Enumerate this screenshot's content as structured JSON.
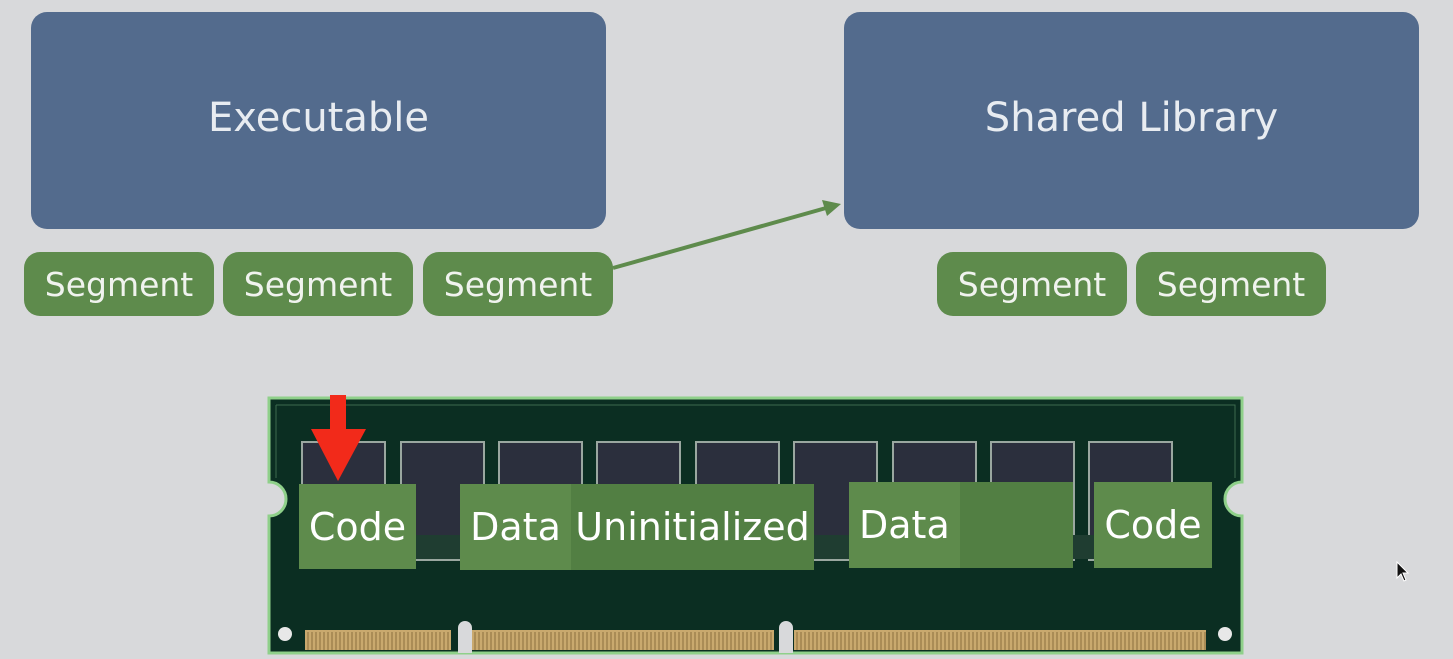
{
  "executable": {
    "label": "Executable"
  },
  "shared_library": {
    "label": "Shared Library"
  },
  "executable_segments": [
    "Segment",
    "Segment",
    "Segment"
  ],
  "library_segments": [
    "Segment",
    "Segment"
  ],
  "memory_blocks": [
    {
      "label": "Code"
    },
    {
      "label": "Data"
    },
    {
      "label": "Uninitialized"
    },
    {
      "label": "Data"
    },
    {
      "label": ""
    },
    {
      "label": "Code"
    }
  ],
  "colors": {
    "background": "#d8d9db",
    "box": "#536b8d",
    "segment": "#5e8b4c",
    "arrow": "#5e8b4c",
    "pointer_arrow": "#f22a1a",
    "ram_board": "#0b2e22",
    "ram_border": "#8fd08a"
  }
}
